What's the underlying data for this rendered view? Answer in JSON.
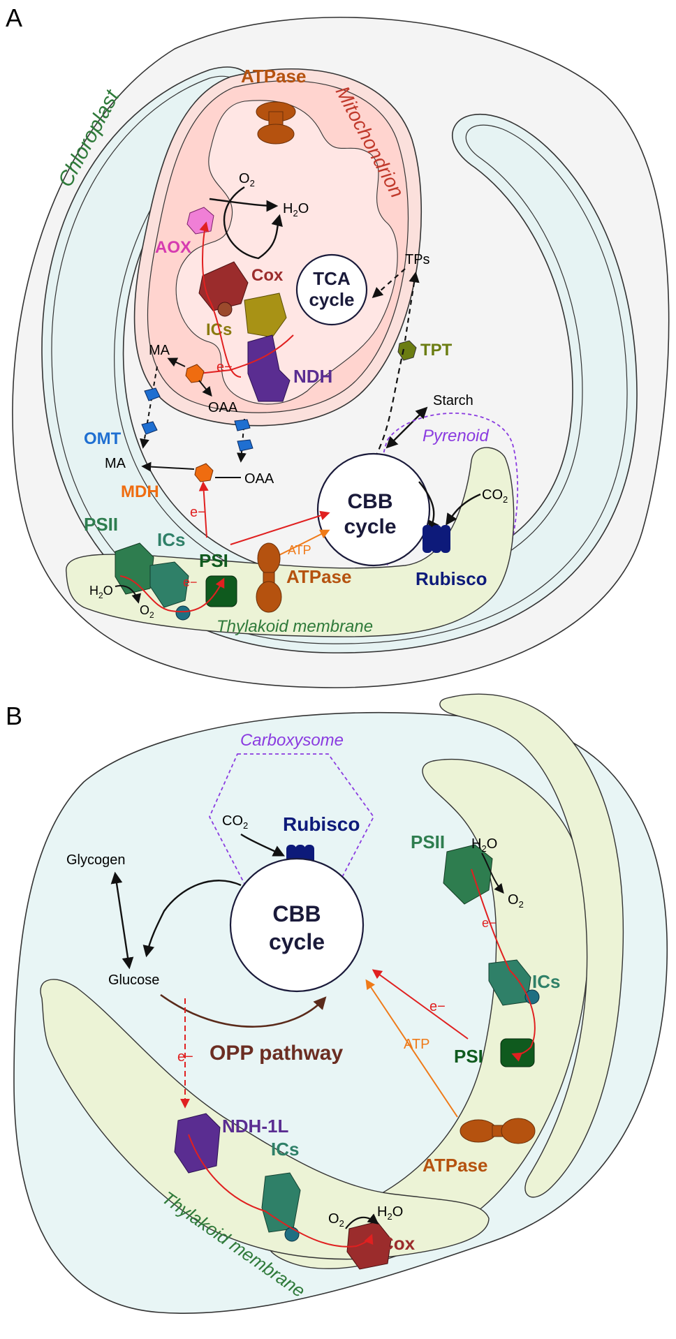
{
  "panel_a": {
    "letter": "A",
    "chloroplast": "Chloroplast",
    "mitochondrion": "Mitochondrion",
    "atpase_mito": "ATPase",
    "o2": "O2",
    "h2o": "H2O",
    "aox": "AOX",
    "cox": "Cox",
    "tca1": "TCA",
    "tca2": "cycle",
    "tps": "TPs",
    "tpt": "TPT",
    "ics_mito": "ICs",
    "ndh": "NDH",
    "e_mito": "e−",
    "ma_mito": "MA",
    "oaa_mito": "OAA",
    "omt": "OMT",
    "ma_cp": "MA",
    "oaa_cp": "OAA",
    "mdh": "MDH",
    "e_mdh": "e−",
    "starch": "Starch",
    "pyrenoid": "Pyrenoid",
    "cbb1": "CBB",
    "cbb2": "cycle",
    "co2": "CO2",
    "rubisco": "Rubisco",
    "atp": "ATP",
    "psii": "PSII",
    "ics_cp": "ICs",
    "psi": "PSI",
    "atpase_cp": "ATPase",
    "h2o_psii": "H2O",
    "o2_psii": "O2",
    "e_psi": "e−",
    "thylakoid": "Thylakoid membrane"
  },
  "panel_b": {
    "letter": "B",
    "carboxysome": "Carboxysome",
    "co2": "CO2",
    "rubisco": "Rubisco",
    "glycogen": "Glycogen",
    "glucose": "Glucose",
    "cbb1": "CBB",
    "cbb2": "cycle",
    "opp": "OPP pathway",
    "psii": "PSII",
    "h2o_top": "H2O",
    "o2_top": "O2",
    "e1": "e−",
    "ics_right": "ICs",
    "e2": "e−",
    "psi": "PSI",
    "atp": "ATP",
    "atpase": "ATPase",
    "e_glc": "e−",
    "ndh1l": "NDH-1L",
    "ics_bottom": "ICs",
    "o2_cox": "O2",
    "h2o_cox": "H2O",
    "cox": "Cox",
    "thylakoid": "Thylakoid membrane"
  },
  "colors": {
    "chloroplast_text": "#2f7a3a",
    "mito_text": "#c0392b",
    "aox": "#d63bb0",
    "cox": "#9b2c2c",
    "atpase": "#b5520f",
    "ics": "#8a7a10",
    "ndh": "#5a2d91",
    "omt": "#1f6fd1",
    "mdh": "#ef6c10",
    "tpt": "#6b7d12",
    "psii": "#2e7d4f",
    "psi": "#0f5a1e",
    "rubisco": "#0d1a7a",
    "pyrenoid": "#8a3be0",
    "electron": "#e02020",
    "dark": "#1a1a3a"
  }
}
